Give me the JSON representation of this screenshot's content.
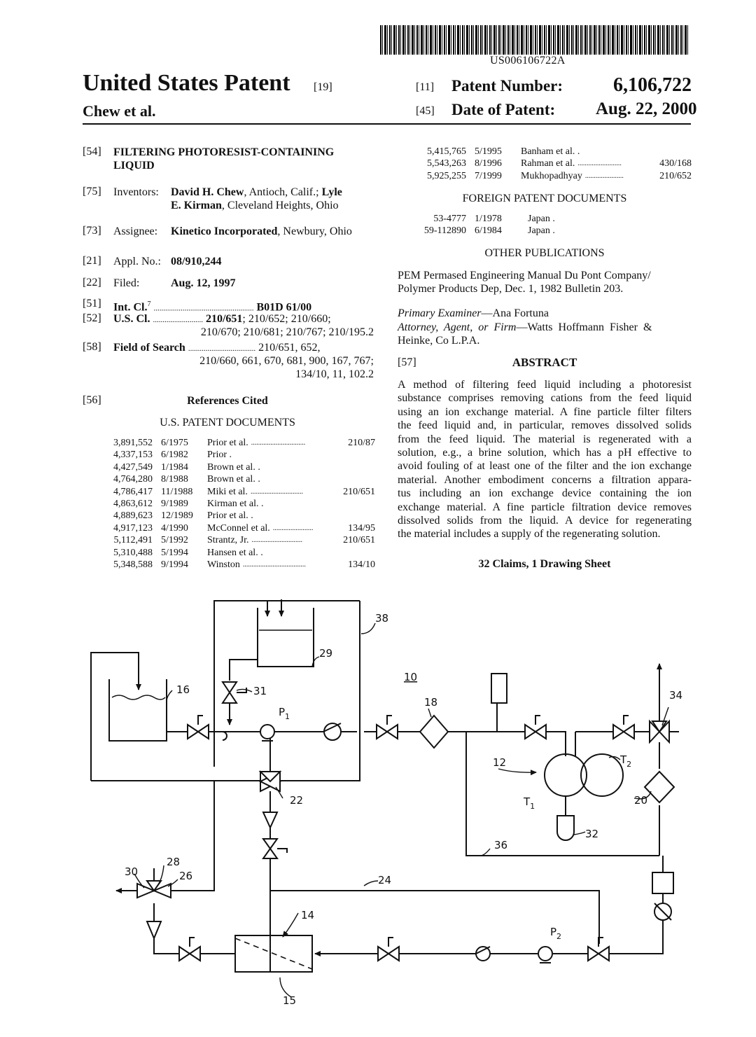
{
  "header": {
    "doc_number": "US006106722A",
    "title": "United States Patent",
    "code_19": "[19]",
    "inventors_short": "Chew et al.",
    "code_11": "[11]",
    "patent_number_label": "Patent Number:",
    "patent_number": "6,106,722",
    "code_45": "[45]",
    "date_label": "Date of Patent:",
    "date": "Aug. 22, 2000"
  },
  "left": {
    "f54_code": "[54]",
    "f54_title_line1": "FILTERING PHOTORESIST-CONTAINING",
    "f54_title_line2": "LIQUID",
    "f75_code": "[75]",
    "f75_label": "Inventors:",
    "f75_name1": "David H. Chew",
    "f75_loc1": ", Antioch, Calif.;",
    "f75_name2a": "Lyle",
    "f75_name2b": "E. Kirman",
    "f75_loc2": ", Cleveland Heights, Ohio",
    "f73_code": "[73]",
    "f73_label": "Assignee:",
    "f73_name": "Kinetico Incorporated",
    "f73_loc": ", Newbury, Ohio",
    "f21_code": "[21]",
    "f21_label": "Appl. No.:",
    "f21_value": "08/910,244",
    "f22_code": "[22]",
    "f22_label": "Filed:",
    "f22_value": "Aug. 12, 1997",
    "f51_code": "[51]",
    "f51_label": "Int. Cl.",
    "f51_sup": "7",
    "f51_dots": "....................................................",
    "f51_value": "B01D 61/00",
    "f52_code": "[52]",
    "f52_label": "U.S. Cl.",
    "f52_dots": "..........................",
    "f52_value_bold": "210/651",
    "f52_value_rest": "; 210/652; 210/660;",
    "f52_line2": "210/670; 210/681; 210/767; 210/195.2",
    "f58_code": "[58]",
    "f58_label": "Field of Search",
    "f58_dots": "...................................",
    "f58_value": "210/651, 652,",
    "f58_line2": "210/660, 661, 670, 681, 900, 167, 767;",
    "f58_line3": "134/10, 11, 102.2",
    "f56_code": "[56]",
    "f56_title": "References Cited",
    "us_docs_title": "U.S. PATENT DOCUMENTS",
    "us_refs": [
      {
        "num": "3,891,552",
        "date": "6/1975",
        "name": "Prior et al.",
        "dots": "...............................",
        "cls": "210/87"
      },
      {
        "num": "4,337,153",
        "date": "6/1982",
        "name": "Prior .",
        "dots": "",
        "cls": ""
      },
      {
        "num": "4,427,549",
        "date": "1/1984",
        "name": "Brown et al. .",
        "dots": "",
        "cls": ""
      },
      {
        "num": "4,764,280",
        "date": "8/1988",
        "name": "Brown et al. .",
        "dots": "",
        "cls": ""
      },
      {
        "num": "4,786,417",
        "date": "11/1988",
        "name": "Miki et al.",
        "dots": "..............................",
        "cls": "210/651"
      },
      {
        "num": "4,863,612",
        "date": "9/1989",
        "name": "Kirman et al. .",
        "dots": "",
        "cls": ""
      },
      {
        "num": "4,889,623",
        "date": "12/1989",
        "name": "Prior et al. .",
        "dots": "",
        "cls": ""
      },
      {
        "num": "4,917,123",
        "date": "4/1990",
        "name": "McConnel et al.",
        "dots": ".......................",
        "cls": "134/95"
      },
      {
        "num": "5,112,491",
        "date": "5/1992",
        "name": "Strantz, Jr.",
        "dots": ".............................",
        "cls": "210/651"
      },
      {
        "num": "5,310,488",
        "date": "5/1994",
        "name": "Hansen et al. .",
        "dots": "",
        "cls": ""
      },
      {
        "num": "5,348,588",
        "date": "9/1994",
        "name": "Winston",
        "dots": "....................................",
        "cls": "134/10"
      }
    ]
  },
  "right": {
    "us_refs_cont": [
      {
        "num": "5,415,765",
        "date": "5/1995",
        "name": "Banham et al. .",
        "dots": "",
        "cls": ""
      },
      {
        "num": "5,543,263",
        "date": "8/1996",
        "name": "Rahman et al.",
        "dots": ".........................",
        "cls": "430/168"
      },
      {
        "num": "5,925,255",
        "date": "7/1999",
        "name": "Mukhopadhyay",
        "dots": "......................",
        "cls": "210/652"
      }
    ],
    "foreign_title": "FOREIGN PATENT DOCUMENTS",
    "foreign_refs": [
      {
        "num": "53-4777",
        "date": "1/1978",
        "name": "Japan ."
      },
      {
        "num": "59-112890",
        "date": "6/1984",
        "name": "Japan ."
      }
    ],
    "other_pub_title": "OTHER PUBLICATIONS",
    "other_pub_line1": "PEM Permased Engineering Manual Du Pont Company/",
    "other_pub_line2": "Polymer Products Dep, Dec. 1, 1982 Bulletin 203.",
    "examiner_label": "Primary Examiner",
    "examiner_name": "—Ana Fortuna",
    "attorney_label": "Attorney, Agent, or Firm",
    "attorney_line1": "—Watts Hoffmann Fisher &",
    "attorney_line2": "Heinke, Co L.P.A.",
    "f57_code": "[57]",
    "abstract_title": "ABSTRACT",
    "abstract_lines": [
      "A method of filtering feed liquid including a photoresist",
      "substance comprises removing cations from the feed liquid",
      "using an ion exchange material. A fine particle filter filters",
      "the feed liquid and, in particular, removes dissolved solids",
      "from the feed liquid. The material is regenerated with a",
      "solution, e.g., a brine solution, which has a pH effective to",
      "avoid fouling of at least one of the filter and the ion exchange",
      "material. Another embodiment concerns a filtration appara-",
      "tus including an ion exchange device containing the ion",
      "exchange material. A fine particle filtration device removes",
      "dissolved solids from the liquid. A device for regenerating",
      "the material includes a supply of the regenerating solution."
    ],
    "claims": "32 Claims, 1 Drawing Sheet"
  },
  "drawing": {
    "labels": {
      "l10": "10",
      "l12": "12",
      "l14": "14",
      "l15": "15",
      "l16": "16",
      "l18": "18",
      "l20": "20",
      "l22": "22",
      "l24": "24",
      "l26": "26",
      "l28": "28",
      "l29": "29",
      "l30": "30",
      "l31": "31",
      "l32": "32",
      "l34": "34",
      "l36": "36",
      "l38": "38",
      "p1": "P",
      "p1_sub": "1",
      "p2": "P",
      "p2_sub": "2",
      "t1": "T",
      "t1_sub": "1",
      "t2": "T",
      "t2_sub": "2"
    }
  }
}
